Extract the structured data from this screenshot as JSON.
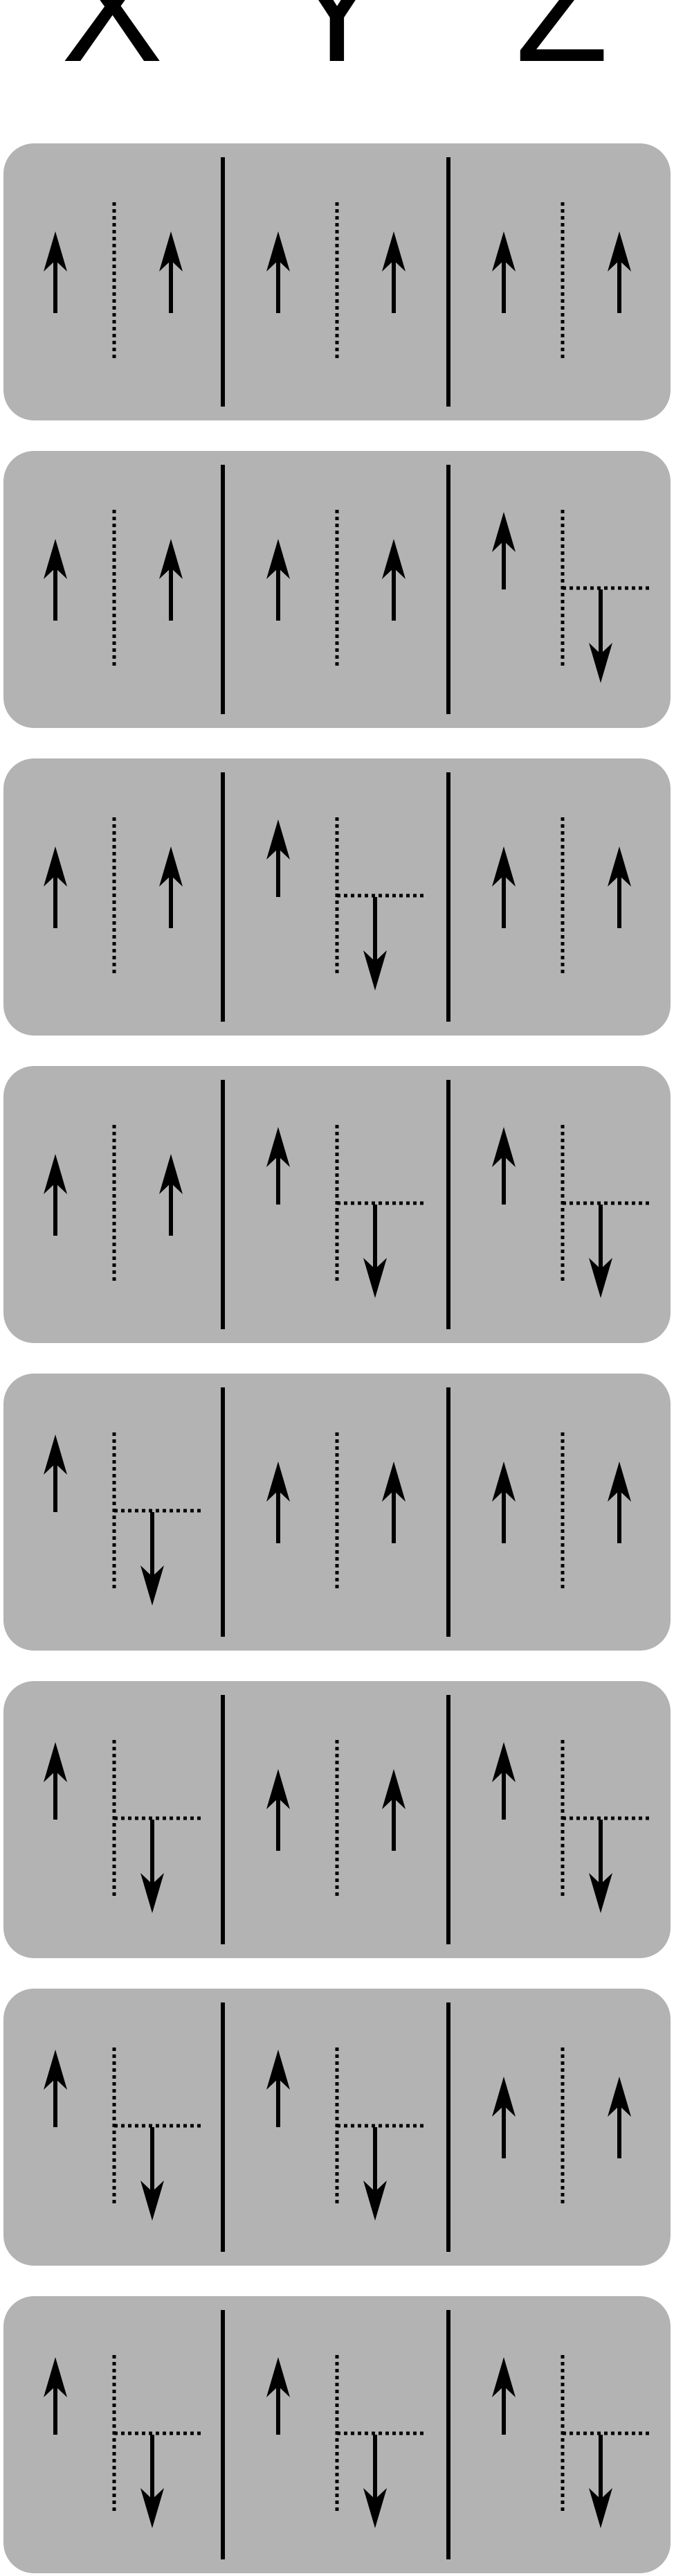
{
  "headers": [
    "X",
    "Y",
    "Z"
  ],
  "rows": [
    {
      "x": "parallel",
      "y": "parallel",
      "z": "parallel"
    },
    {
      "x": "parallel",
      "y": "parallel",
      "z": "flipped"
    },
    {
      "x": "parallel",
      "y": "flipped",
      "z": "parallel"
    },
    {
      "x": "parallel",
      "y": "flipped",
      "z": "flipped"
    },
    {
      "x": "flipped",
      "y": "parallel",
      "z": "parallel"
    },
    {
      "x": "flipped",
      "y": "parallel",
      "z": "flipped"
    },
    {
      "x": "flipped",
      "y": "flipped",
      "z": "parallel"
    },
    {
      "x": "flipped",
      "y": "flipped",
      "z": "flipped"
    }
  ],
  "colors": {
    "panel": "#b3b3b3",
    "ink": "#000000",
    "background": "#ffffff"
  }
}
